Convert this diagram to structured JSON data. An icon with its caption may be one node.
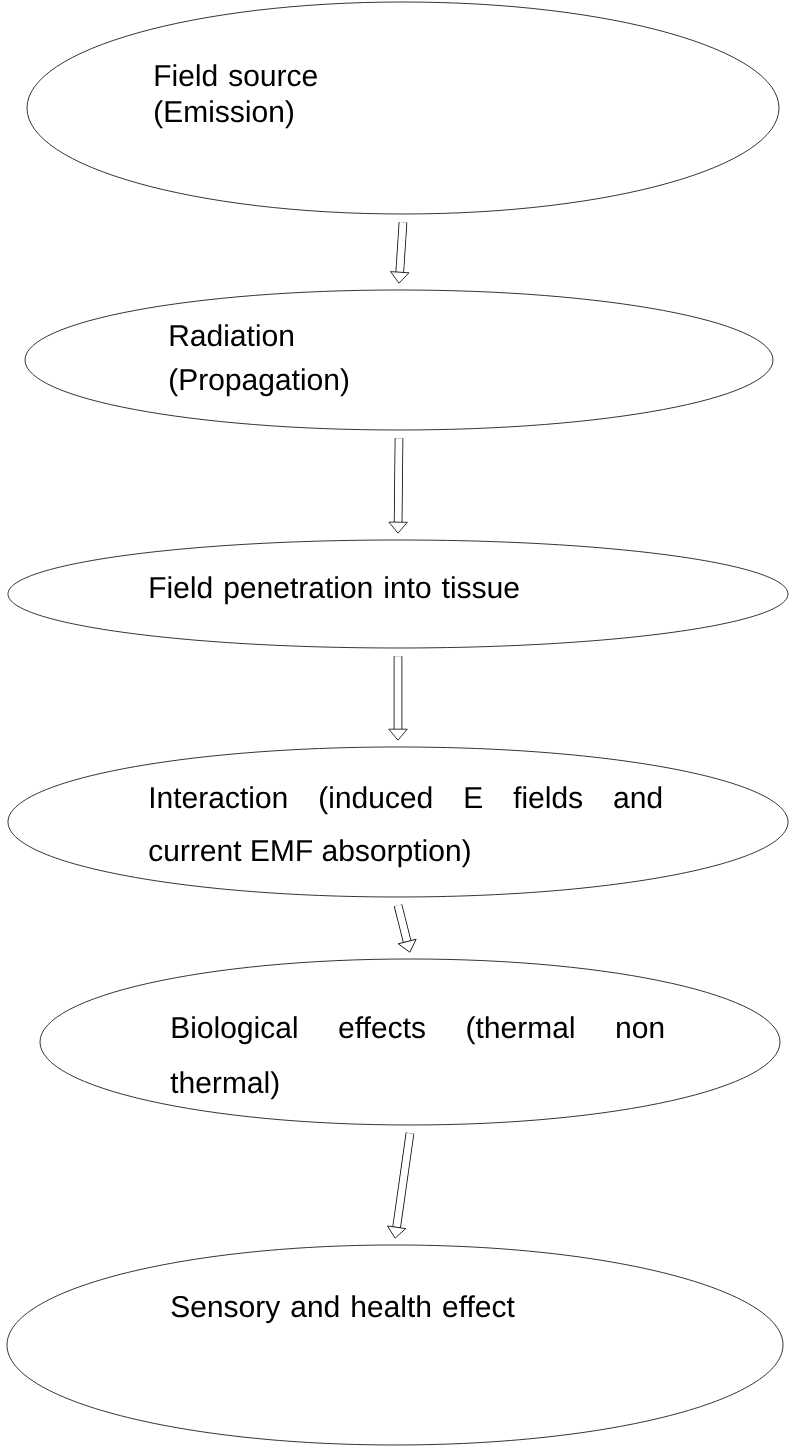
{
  "diagram": {
    "nodes": [
      {
        "text": [
          "Field source (Emission)"
        ]
      },
      {
        "text": [
          "Radiation (Propagation)"
        ]
      },
      {
        "text": [
          "Field penetration into tissue"
        ]
      },
      {
        "text": [
          "Interaction (induced E fields and current EMF absorption)"
        ]
      },
      {
        "text": [
          "Biological effects (thermal non thermal)"
        ]
      },
      {
        "text": [
          "Sensory and health effect"
        ]
      }
    ],
    "edges": [
      {
        "from": 0,
        "to": 1,
        "arrow": "to"
      },
      {
        "from": 1,
        "to": 2,
        "arrow": "to"
      },
      {
        "from": 2,
        "to": 3,
        "arrow": "to"
      },
      {
        "from": 3,
        "to": 4,
        "arrow": "to"
      },
      {
        "from": 4,
        "to": 5,
        "arrow": "to"
      }
    ]
  }
}
